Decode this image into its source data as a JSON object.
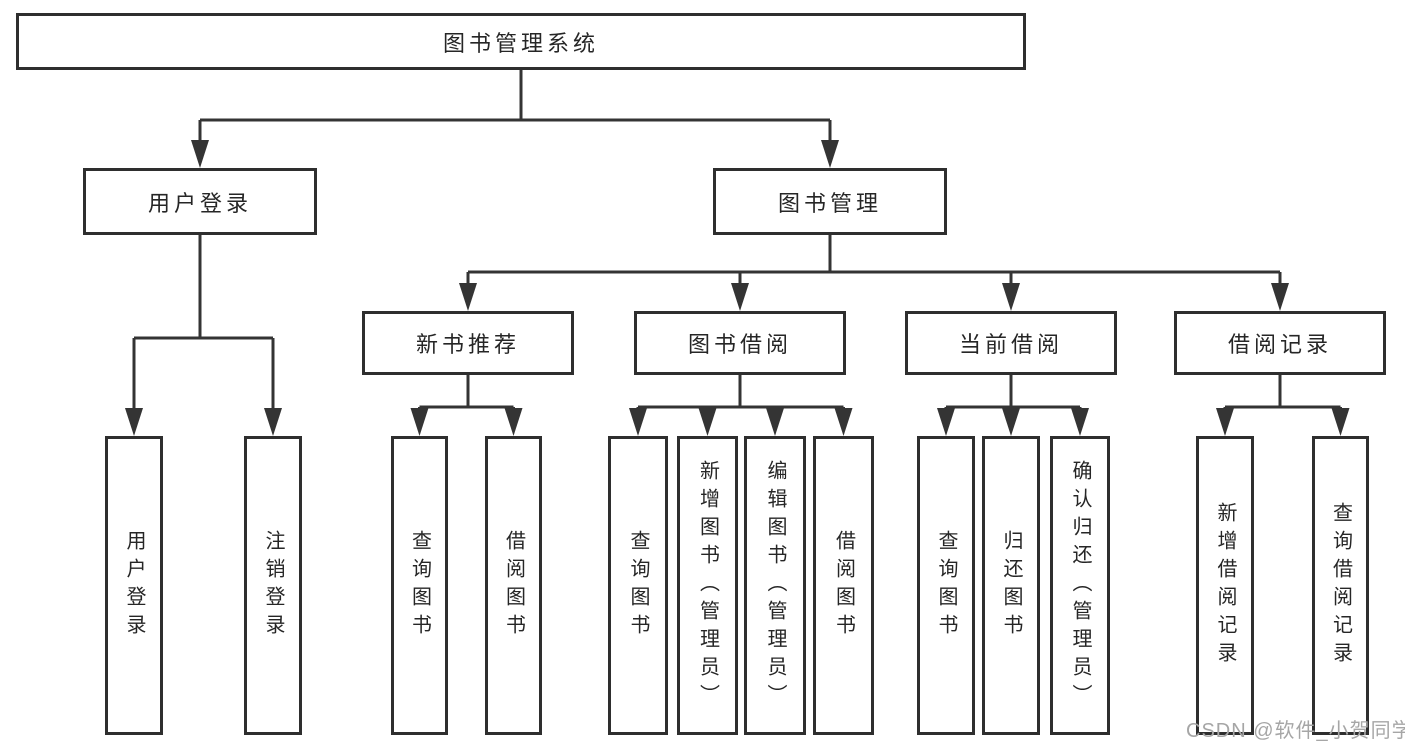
{
  "diagram": {
    "type": "hierarchy-tree",
    "tree": {
      "label": "图书管理系统",
      "children": [
        {
          "label": "用户登录",
          "children": [
            {
              "label": "用户登录"
            },
            {
              "label": "注销登录"
            }
          ]
        },
        {
          "label": "图书管理",
          "children": [
            {
              "label": "新书推荐",
              "children": [
                {
                  "label": "查询图书"
                },
                {
                  "label": "借阅图书"
                }
              ]
            },
            {
              "label": "图书借阅",
              "children": [
                {
                  "label": "查询图书"
                },
                {
                  "label": "新增图书（管理员）"
                },
                {
                  "label": "编辑图书（管理员）"
                },
                {
                  "label": "借阅图书"
                }
              ]
            },
            {
              "label": "当前借阅",
              "children": [
                {
                  "label": "查询图书"
                },
                {
                  "label": "归还图书"
                },
                {
                  "label": "确认归还（管理员）"
                }
              ]
            },
            {
              "label": "借阅记录",
              "children": [
                {
                  "label": "新增借阅记录"
                },
                {
                  "label": "查询借阅记录"
                }
              ]
            }
          ]
        }
      ]
    },
    "watermark": {
      "text": "CSDN @软件_小贺同学"
    },
    "colors": {
      "line": "#343434",
      "border": "#2e2e2e",
      "fill": "#ffffff",
      "text": "#262626",
      "watermark": "#a6a6a6",
      "background": "#ffffff"
    }
  }
}
